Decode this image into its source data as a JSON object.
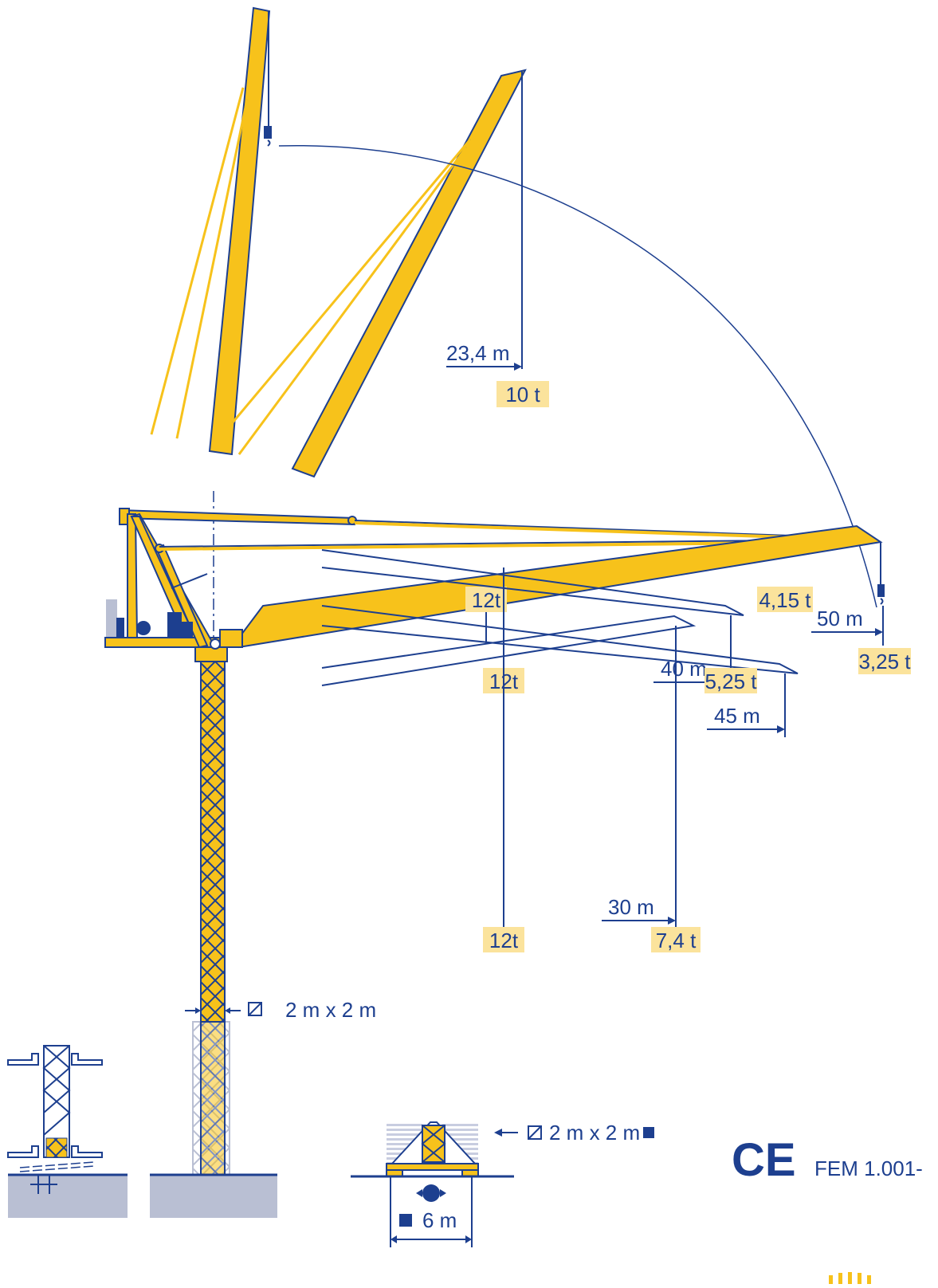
{
  "colors": {
    "steel": "#f7c21b",
    "outline": "#1d3f8f",
    "label_box": "#fbe39c",
    "ground": "#b9bfd3"
  },
  "luffing": {
    "radius_label": "23,4 m",
    "load_label": "10 t"
  },
  "main_jib": {
    "radius_label": "50 m",
    "load_label": "3,25 t"
  },
  "jib_45": {
    "radius_label": "45 m",
    "tip_load": "4,15 t",
    "max_load": "12t"
  },
  "jib_40": {
    "radius_label": "40 m",
    "tip_load": "5,25 t",
    "max_load": "12t"
  },
  "jib_30": {
    "radius_label": "30 m",
    "tip_load": "7,4 t",
    "max_load": "12t"
  },
  "mast": {
    "section_label": "2 m x 2 m"
  },
  "base": {
    "section_label": "2 m x 2 m",
    "base_label": "6 m"
  },
  "certification": {
    "ce_mark": "CE",
    "standard": "FEM 1.001-"
  }
}
